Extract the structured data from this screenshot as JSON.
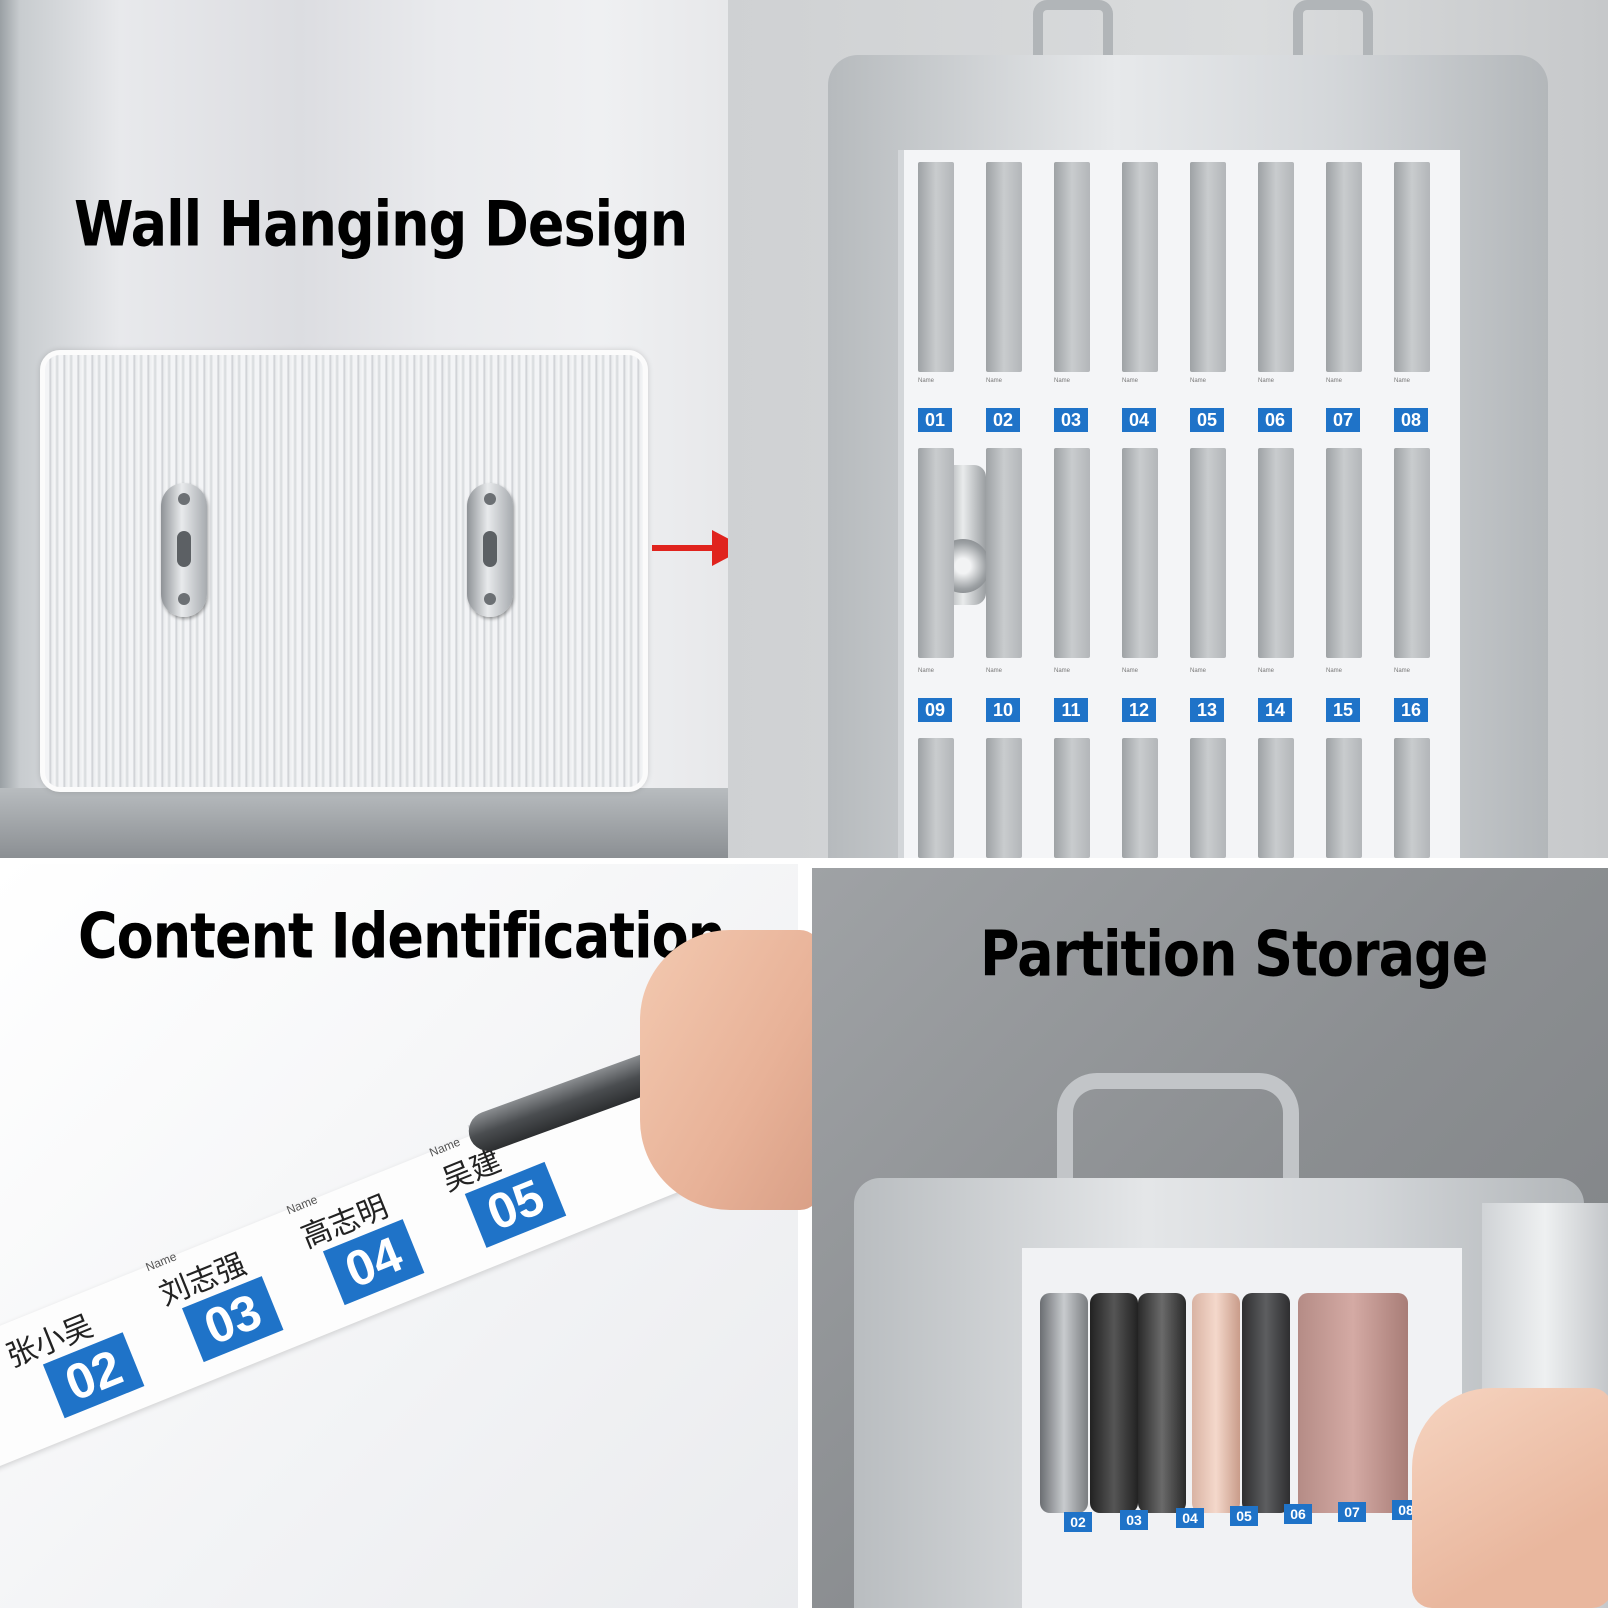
{
  "panels": {
    "wall_hanging": {
      "title": "Wall Hanging Design"
    },
    "cabinet": {
      "name_label": "Name",
      "row1_tags": [
        "01",
        "02",
        "03",
        "04",
        "05",
        "06",
        "07",
        "08"
      ],
      "row2_tags": [
        "09",
        "10",
        "11",
        "12",
        "13",
        "14",
        "15",
        "16"
      ]
    },
    "content_id": {
      "title": "Content Identification",
      "name_label": "Name",
      "labels": [
        {
          "num": "02",
          "handwritten": "张小吴"
        },
        {
          "num": "03",
          "handwritten": "刘志强"
        },
        {
          "num": "04",
          "handwritten": "高志明"
        },
        {
          "num": "05",
          "handwritten": "吴建"
        }
      ]
    },
    "partition": {
      "title": "Partition Storage",
      "tags": [
        "02",
        "03",
        "04",
        "05",
        "06",
        "07",
        "08"
      ]
    }
  },
  "colors": {
    "tag_blue": "#1f73c8",
    "arrow_red": "#e0231d",
    "title_black": "#000000"
  }
}
